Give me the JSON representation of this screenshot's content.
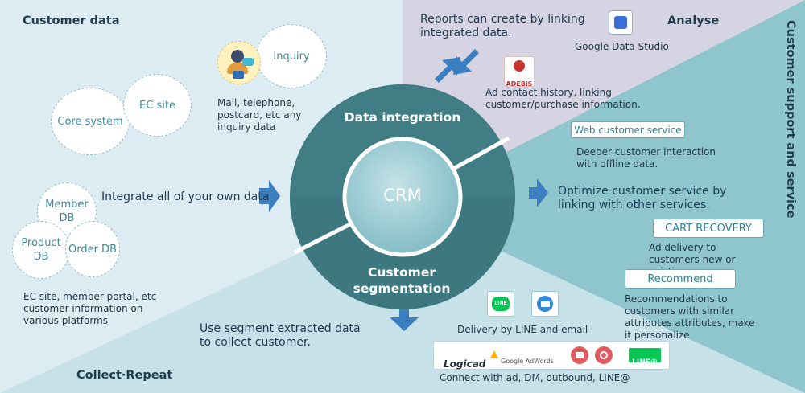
{
  "sections": {
    "customer_data": "Customer data",
    "analyse": "Analyse",
    "customer_support": "Customer support and service",
    "collect_repeat": "Collect·Repeat"
  },
  "ring": {
    "center": "CRM",
    "top": "Data integration",
    "bottom": "Customer segmentation"
  },
  "customer_data": {
    "bubbles": {
      "core": "Core system",
      "ec": "EC site",
      "inquiry": "Inquiry",
      "member": "Member DB",
      "product": "Product DB",
      "order": "Order DB"
    },
    "inquiry_text": "Mail, telephone, postcard, etc any inquiry data",
    "integrate_text": "Integrate all of your own data",
    "platform_text": "EC site, member portal, etc customer information on various platforms"
  },
  "analyse": {
    "heading": "Reports can create by linking integrated data.",
    "gds_label": "Google Data Studio",
    "adebis_logo": "ADEBiS",
    "adebis_text": "Ad contact history, linking customer/purchase information."
  },
  "support": {
    "optimize": "Optimize customer service by linking with other services.",
    "services": [
      {
        "label": "Web customer service",
        "desc": "Deeper customer interaction with offline data."
      },
      {
        "label": "CART RECOVERY",
        "desc": "Ad delivery to customers new or existing."
      },
      {
        "label": "Recommend",
        "desc": "Recommendations to customers with similar attributes attributes, make it personalize"
      }
    ]
  },
  "collect": {
    "segment_text": "Use segment extracted data to collect customer.",
    "delivery_text": "Delivery by LINE and email",
    "connect_text": "Connect with ad, DM, outbound, LINE@",
    "logos": {
      "logicad": "Logicad",
      "google_adwords": "Google AdWords",
      "line_at": "LINE@",
      "line_icon": "LINE"
    }
  },
  "colors": {
    "ring_dark": "#3d7880",
    "ring_light": "#4f8e96",
    "core": "#9cc9d2",
    "analyse_bg": "#d6d4e3",
    "support_bg": "#8dc4cb",
    "arrow": "#3b7fc0",
    "line_green": "#06c755"
  }
}
